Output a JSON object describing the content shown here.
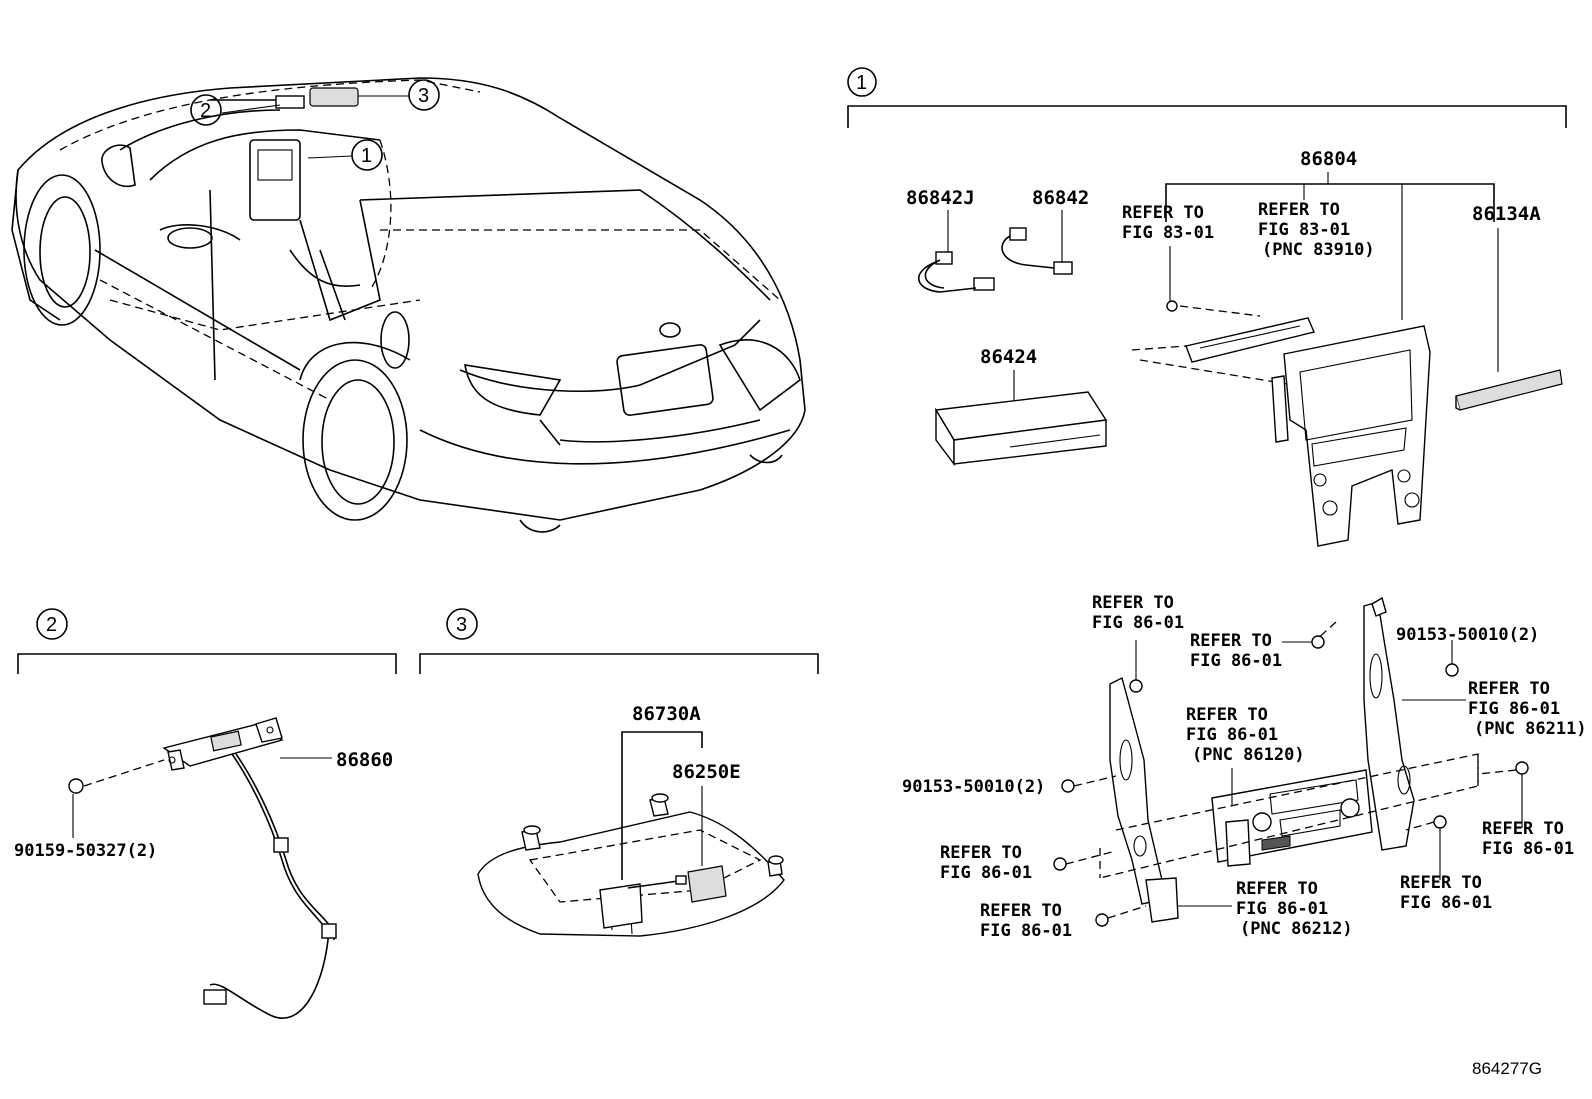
{
  "figure_id": "864277G",
  "callouts": [
    "1",
    "2",
    "3"
  ],
  "section1": {
    "callout": "1",
    "parts": {
      "p86842J": "86842J",
      "p86842": "86842",
      "p86804": "86804",
      "p86134A": "86134A",
      "p86424": "86424"
    },
    "refer_fig83_a": [
      "REFER TO",
      "FIG 83-01"
    ],
    "refer_fig83_b": [
      "REFER TO",
      "FIG 83-01",
      "(PNC 83910)"
    ]
  },
  "section2": {
    "callout": "2",
    "parts": {
      "p86860": "86860",
      "bolt": "90159-50327(2)"
    }
  },
  "section3": {
    "callout": "3",
    "parts": {
      "p86730A": "86730A",
      "p86250E": "86250E"
    }
  },
  "section4": {
    "bolt_left": "90153-50010(2)",
    "bolt_right": "90153-50010(2)",
    "refer_top": [
      "REFER TO",
      "FIG 86-01"
    ],
    "refer_top_mid": [
      "REFER TO",
      "FIG 86-01"
    ],
    "refer_center": [
      "REFER TO",
      "FIG 86-01",
      "(PNC 86120)"
    ],
    "refer_right_top": [
      "REFER TO",
      "FIG 86-01",
      "(PNC 86211)"
    ],
    "refer_left_mid": [
      "REFER TO",
      "FIG 86-01"
    ],
    "refer_left_bottom": [
      "REFER TO",
      "FIG 86-01"
    ],
    "refer_bottom": [
      "REFER TO",
      "FIG 86-01",
      "(PNC 86212)"
    ],
    "refer_right_bolt": [
      "REFER TO",
      "FIG 86-01"
    ],
    "refer_far_right": [
      "REFER TO",
      "FIG 86-01"
    ]
  }
}
